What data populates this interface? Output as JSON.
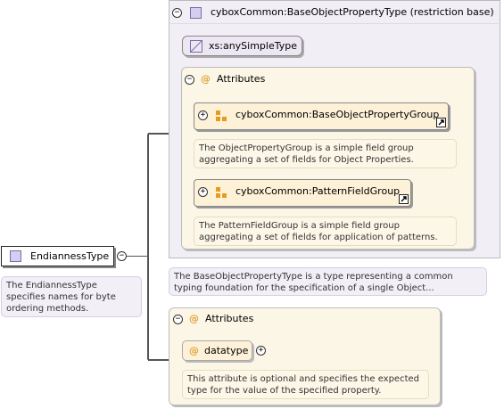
{
  "root": {
    "label": "EndiannessType",
    "doc": "The EndiannessType specifies names for byte ordering methods."
  },
  "complex_content": {
    "title": "cyboxCommon:BaseObjectPropertyType (restriction base)",
    "base_type": "xs:anySimpleType",
    "attributes_label": "Attributes",
    "groups": [
      {
        "label": "cyboxCommon:BaseObjectPropertyGroup",
        "doc": "The ObjectPropertyGroup is a simple field group aggregating a set of fields for Object Properties."
      },
      {
        "label": "cyboxCommon:PatternFieldGroup",
        "doc": "The PatternFieldGroup is a simple field group aggregating a set of fields for application of patterns."
      }
    ],
    "doc": "The BaseObjectPropertyType is a type representing a common typing foundation for the specification of a single Object..."
  },
  "attributes": {
    "label": "Attributes",
    "items": [
      {
        "label": "datatype",
        "doc": "This attribute is optional and specifies the expected type for the value of the specified property."
      }
    ]
  },
  "symbols": {
    "collapse": "−",
    "expand": "+",
    "attribute": "@"
  },
  "colors": {
    "type_square": "#d7cdee",
    "attribute_orange": "#e0a23a",
    "group_orange": "#e79a20",
    "panel_lavender": "#f1eef6",
    "panel_cream": "#fcf6e6"
  }
}
